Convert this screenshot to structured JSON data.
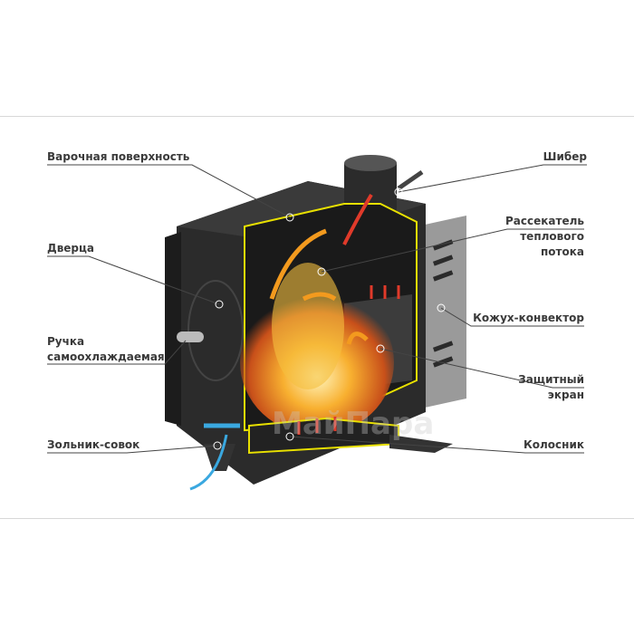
{
  "labels": {
    "cooking_surface": "Варочная поверхность",
    "door": "Дверца",
    "handle_line1": "Ручка",
    "handle_line2": "самоохлаждаемая",
    "ash_pan": "Зольник-совок",
    "damper": "Шибер",
    "deflector_line1": "Рассекатель",
    "deflector_line2": "теплового",
    "deflector_line3": "потока",
    "convector": "Кожух-конвектор",
    "screen_line1": "Защитный",
    "screen_line2": "экран",
    "grate": "Колосник"
  },
  "watermark": "МайПара",
  "colors": {
    "body": "#2b2b2b",
    "outline": "#e8e000",
    "flame": "#f39a1e",
    "cold_air": "#3aa8e0",
    "hot_air": "#e03a2a"
  }
}
